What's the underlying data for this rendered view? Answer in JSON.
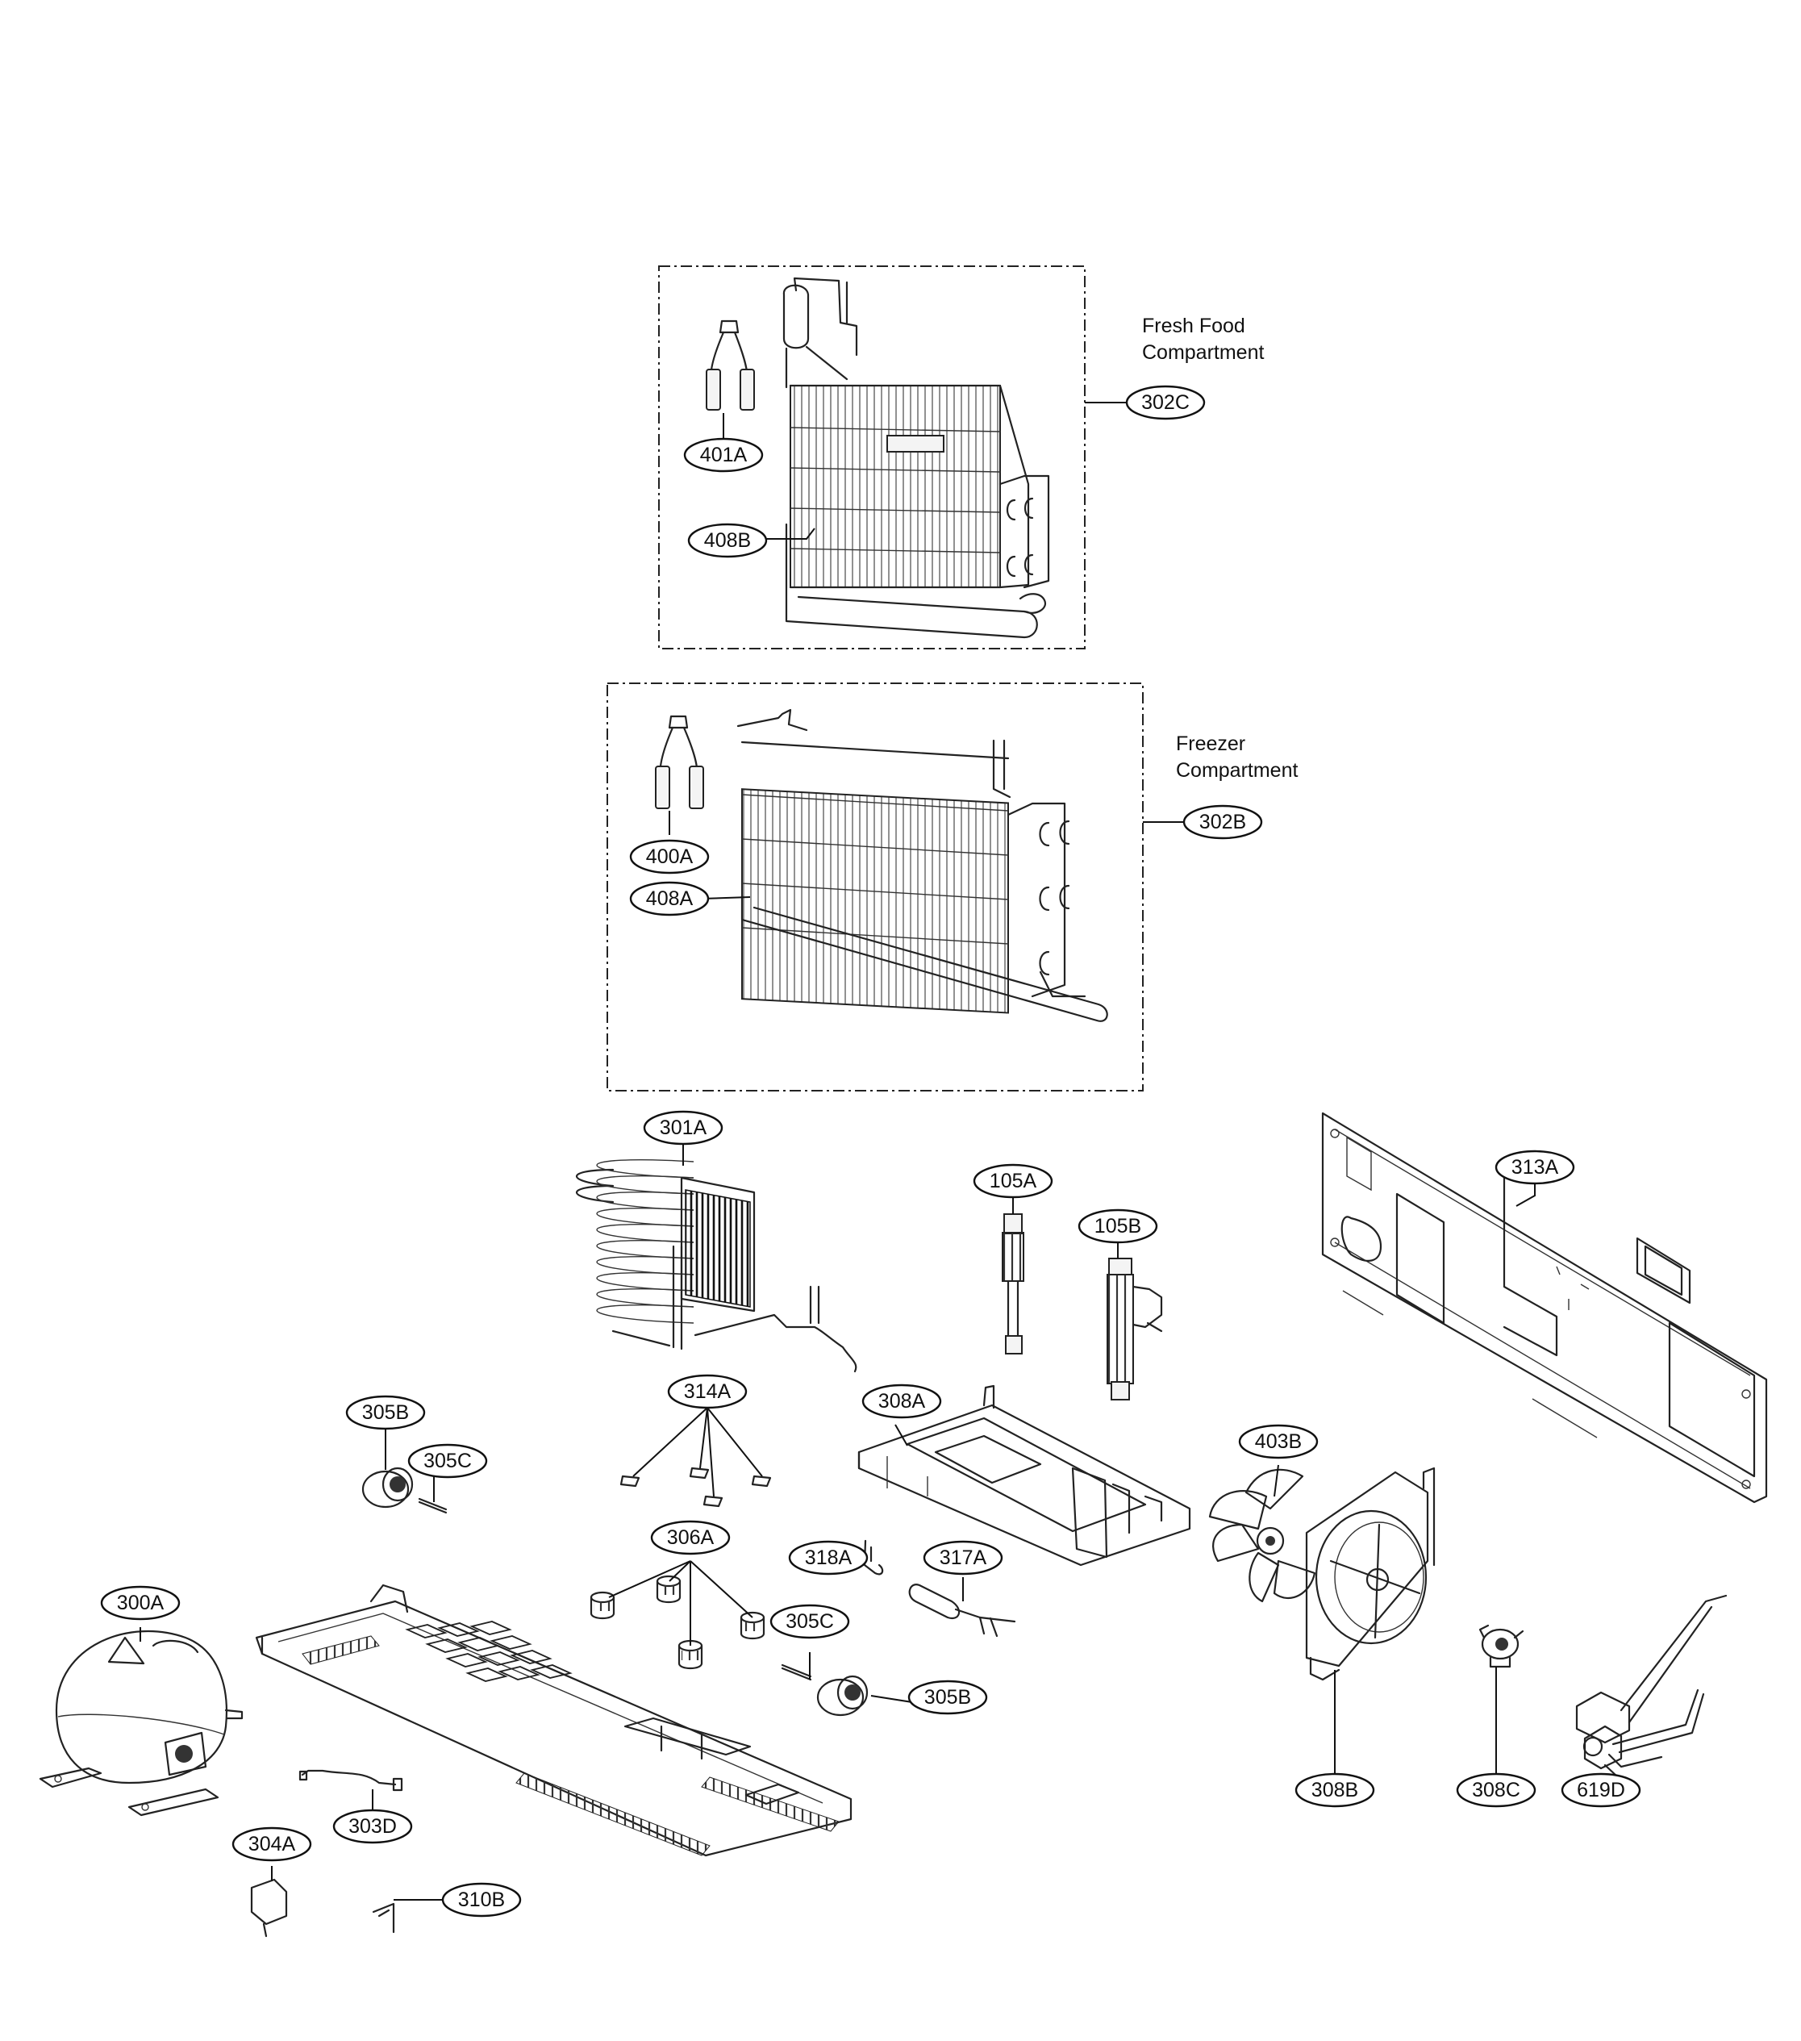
{
  "captions": {
    "fresh_food_line1": "Fresh Food",
    "fresh_food_line2": "Compartment",
    "freezer_line1": "Freezer",
    "freezer_line2": "Compartment"
  },
  "parts": {
    "p401A": "401A",
    "p408B": "408B",
    "p302C": "302C",
    "p400A": "400A",
    "p408A": "408A",
    "p302B": "302B",
    "p301A": "301A",
    "p105A": "105A",
    "p105B": "105B",
    "p313A": "313A",
    "p305B_top": "305B",
    "p305C_top": "305C",
    "p314A": "314A",
    "p308A": "308A",
    "p403B": "403B",
    "p306A": "306A",
    "p318A": "318A",
    "p317A": "317A",
    "p305C_bottom": "305C",
    "p305B_bottom": "305B",
    "p300A": "300A",
    "p303D": "303D",
    "p304A": "304A",
    "p310B": "310B",
    "p308B": "308B",
    "p308C": "308C",
    "p619D": "619D"
  }
}
